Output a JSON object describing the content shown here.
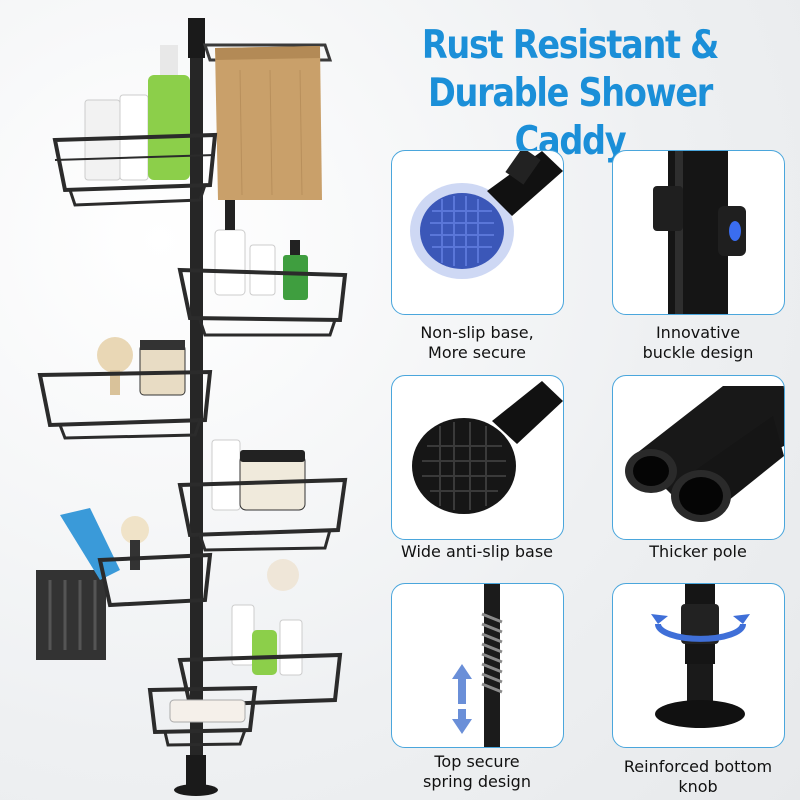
{
  "title": {
    "line1": "Rust Resistant &",
    "line2": "Durable Shower Caddy"
  },
  "features": [
    {
      "icon": "suction-base-icon",
      "line1": "Non-slip base,",
      "line2": "More secure"
    },
    {
      "icon": "buckle-icon",
      "line1": "Innovative",
      "line2": "buckle design"
    },
    {
      "icon": "anti-slip-base-icon",
      "line1": "Wide anti-slip base",
      "line2": ""
    },
    {
      "icon": "thick-pole-icon",
      "line1": "Thicker pole",
      "line2": ""
    },
    {
      "icon": "spring-icon",
      "line1": "Top secure",
      "line2": "spring design"
    },
    {
      "icon": "bottom-knob-icon",
      "line1": "Reinforced bottom",
      "line2": "knob"
    }
  ],
  "colors": {
    "accent": "#1b8fd8",
    "card_border": "#4aa6dc",
    "metal": "#2b2b2b",
    "towel": "#c9a06a"
  }
}
